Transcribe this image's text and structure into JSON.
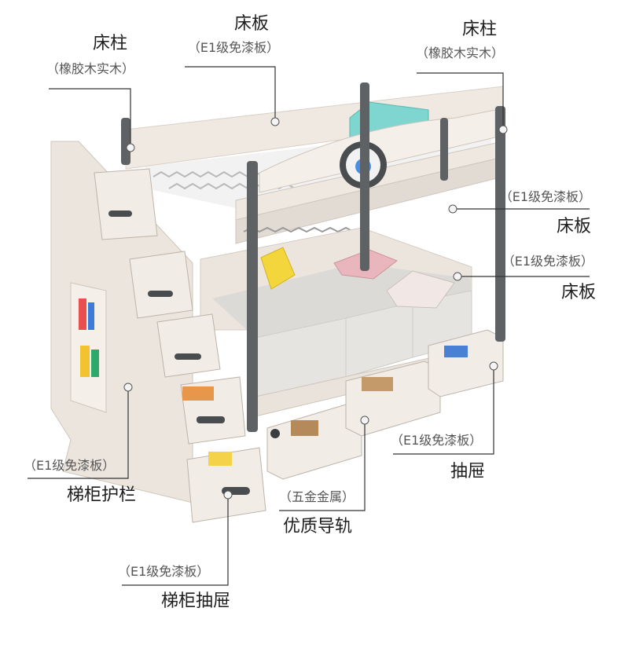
{
  "labels": {
    "left_post": {
      "title": "床柱",
      "sub": "（橡胶木实木）"
    },
    "top_board": {
      "title": "床板",
      "sub": "（E1级免漆板）"
    },
    "right_post": {
      "title": "床柱",
      "sub": "（橡胶木实木）"
    },
    "upper_board": {
      "title": "床板",
      "sub": "（E1级免漆板）"
    },
    "lower_board": {
      "title": "床板",
      "sub": "（E1级免漆板）"
    },
    "stair_rail": {
      "title": "梯柜护栏",
      "sub": "（E1级免漆板）"
    },
    "rail": {
      "title": "优质导轨",
      "sub": "（五金金属）"
    },
    "drawer": {
      "title": "抽屉",
      "sub": "（E1级免漆板）"
    },
    "stair_drawer": {
      "title": "梯柜抽屉",
      "sub": "（E1级免漆板）"
    }
  },
  "colors": {
    "board": "#ece6df",
    "board_shadow": "#d6cec5",
    "post": "#5f6265",
    "cushion": "#e4e2df",
    "line": "#333333"
  }
}
